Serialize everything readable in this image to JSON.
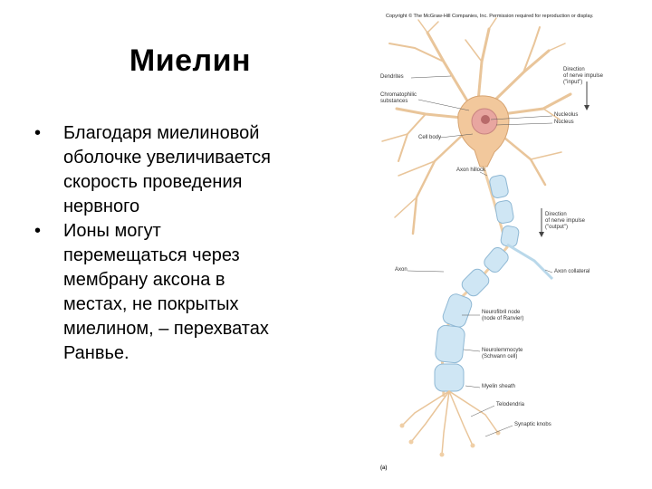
{
  "slide": {
    "title": "Миелин",
    "bullets": [
      {
        "marker": "•",
        "lines": [
          "Благодаря миелиновой",
          "оболочке увеличивается",
          "скорость проведения",
          "нервного"
        ]
      },
      {
        "marker": "•",
        "lines": [
          "Ионы могут",
          "перемещаться через",
          "мембрану аксона в",
          "местах, не покрытых",
          "миелином, – перехватах",
          "Ранвье."
        ]
      }
    ]
  },
  "figure": {
    "copyright": "Copyright © The McGraw-Hill Companies, Inc. Permission required for reproduction or display.",
    "panel_label": "(a)",
    "labels": {
      "dendrites": "Dendrites",
      "chromatophilic": [
        "Chromatophilic",
        "substances"
      ],
      "cell_body": "Cell body",
      "axon_hillock": "Axon hillock",
      "axon": "Axon",
      "nucleolus": "Nucleolus",
      "nucleus": "Nucleus",
      "direction_input": [
        "Direction",
        "of nerve impulse",
        "(\"input\")"
      ],
      "direction_output": [
        "Direction",
        "of nerve impulse",
        "(\"output\")"
      ],
      "axon_collateral": "Axon collateral",
      "neurofibril_node": [
        "Neurofibril node",
        "(node of Ranvier)"
      ],
      "neurolemmocyte": [
        "Neurolemmocyte",
        "(Schwann cell)"
      ],
      "myelin_sheath": "Myelin sheath",
      "telodendria": "Telodendria",
      "synaptic_knobs": "Synaptic knobs"
    },
    "colors": {
      "cell_body": "#f2c89c",
      "nucleus": "#e8a6a0",
      "dendrite": "#f0cfa6",
      "myelin": "#cfe6f4",
      "leader": "#555555"
    }
  }
}
